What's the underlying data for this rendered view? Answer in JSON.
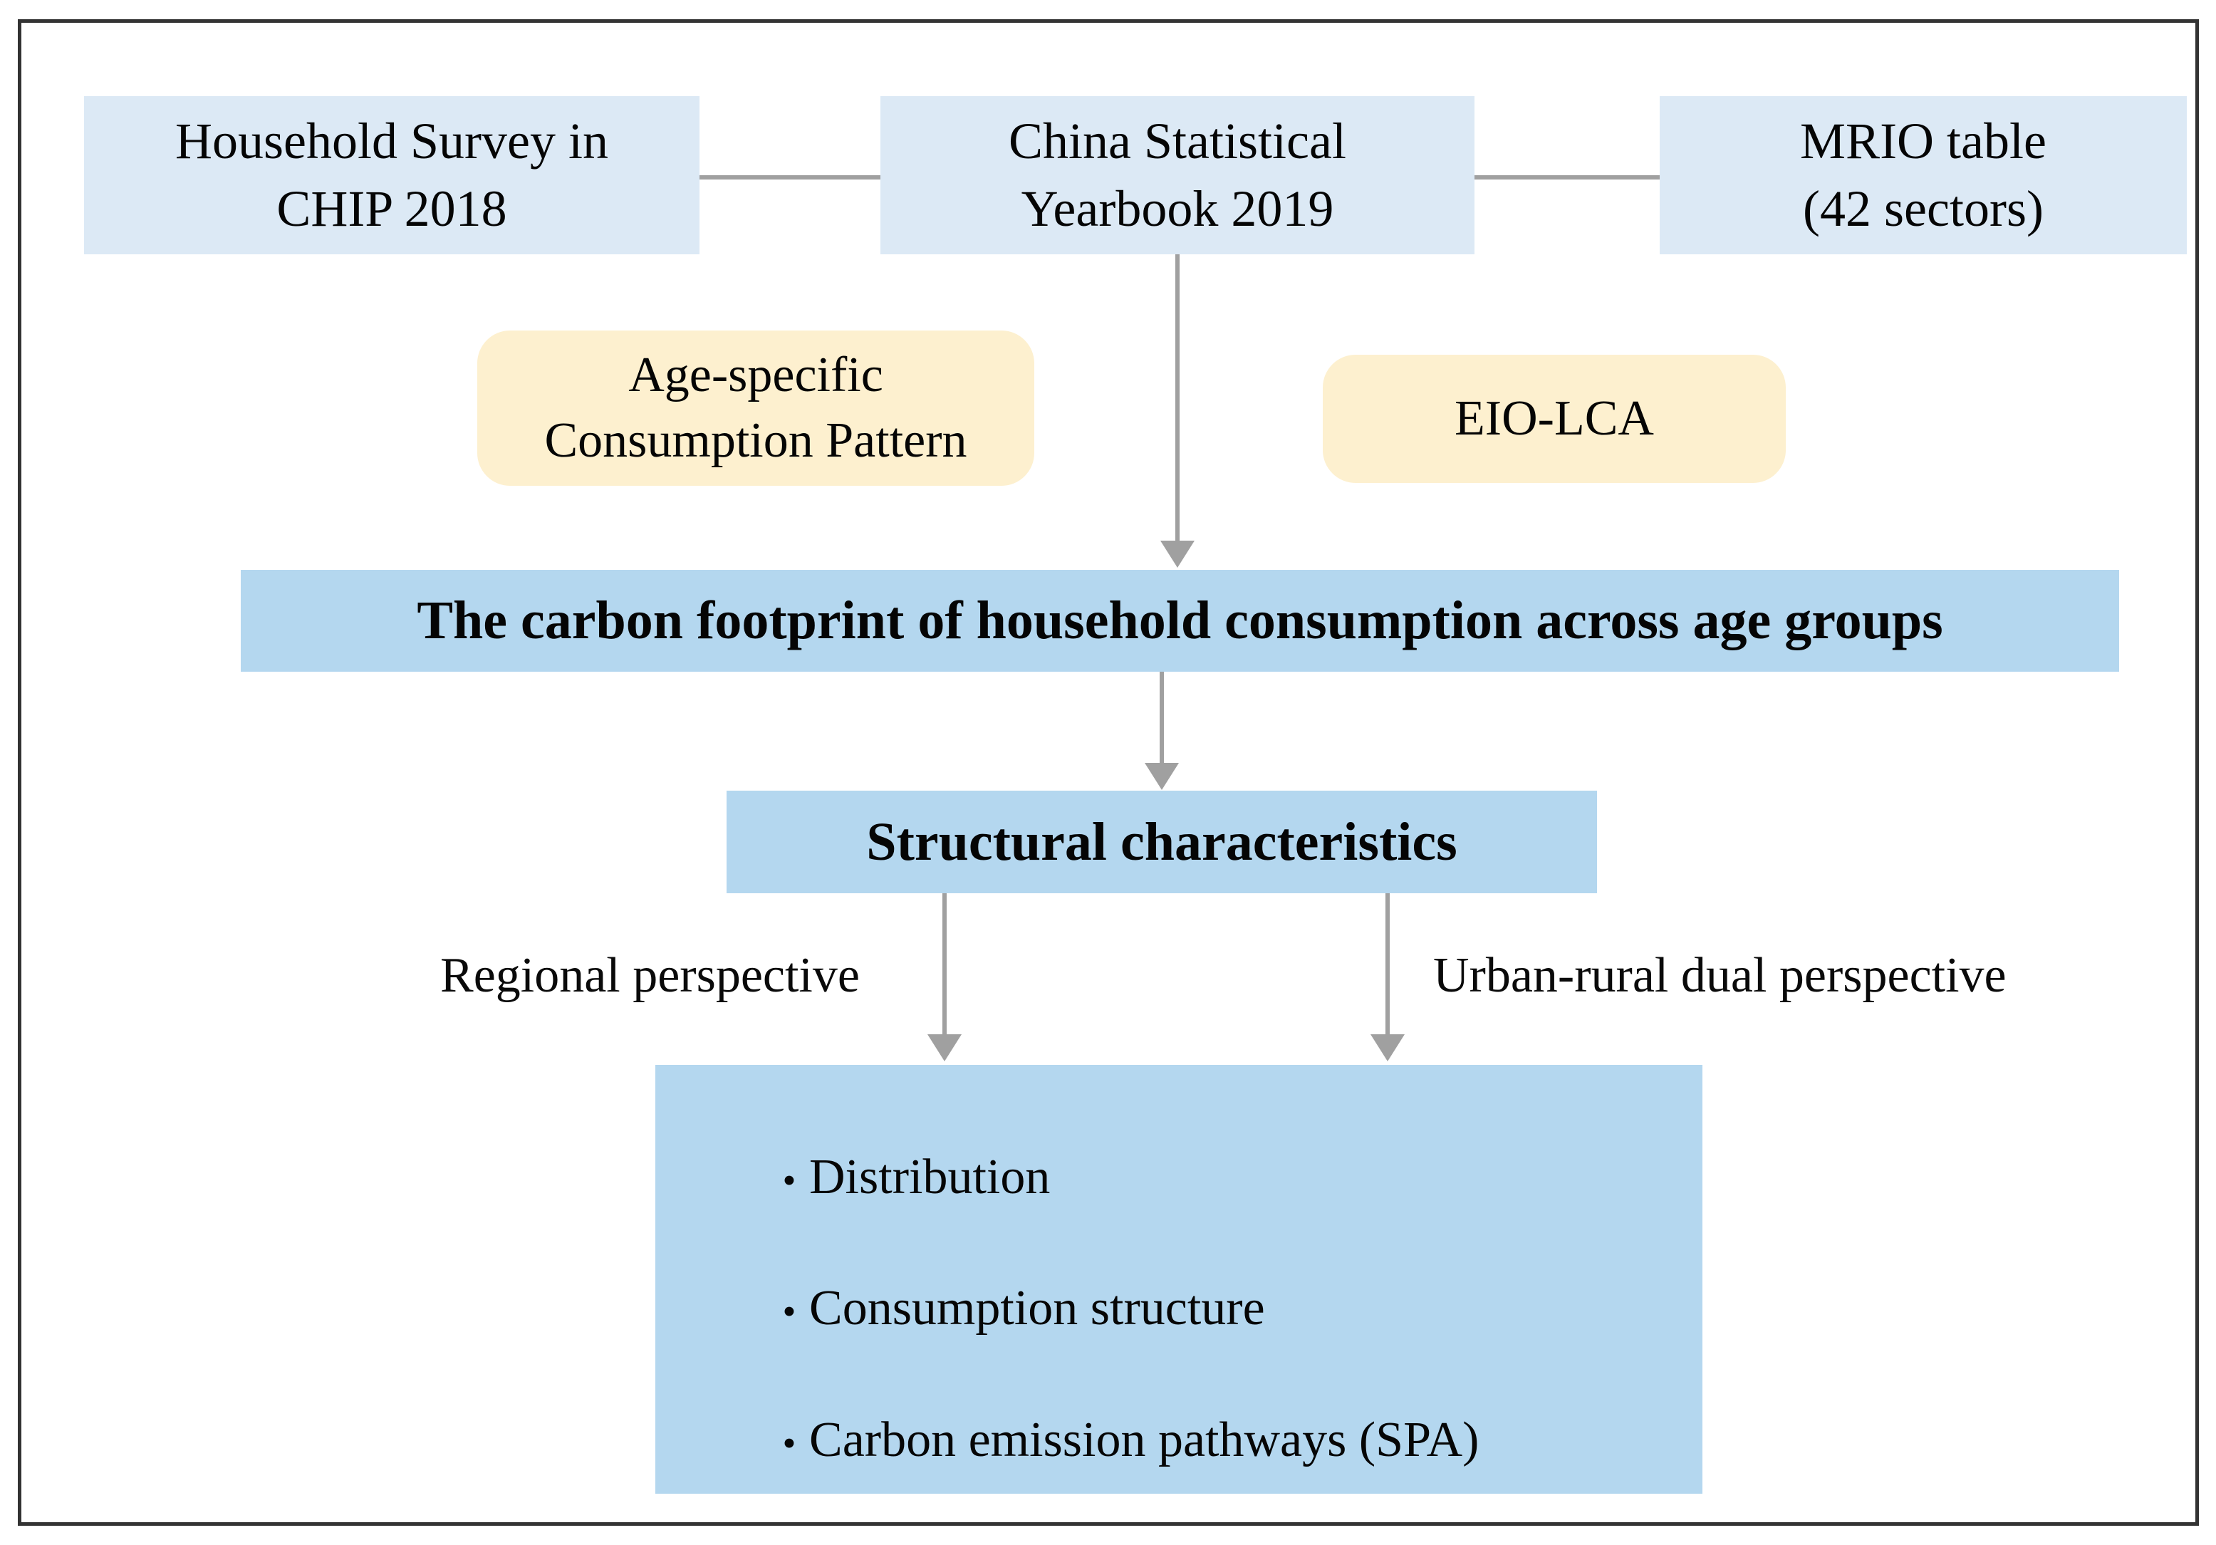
{
  "diagram": {
    "title": "Research framework flowchart",
    "colors": {
      "source_box": "#dce9f5",
      "process_box": "#b4d7ef",
      "method_box": "#fdf0cf",
      "connector": "#a0a0a0",
      "frame": "#333333"
    },
    "sources": [
      {
        "id": "household",
        "line1": "Household Survey in",
        "line2": "CHIP 2018"
      },
      {
        "id": "yearbook",
        "line1": "China Statistical",
        "line2": "Yearbook 2019"
      },
      {
        "id": "mrio",
        "line1": "MRIO table",
        "line2": "(42 sectors)"
      }
    ],
    "methods": [
      {
        "id": "age-pattern",
        "line1": "Age-specific",
        "line2": "Consumption Pattern"
      },
      {
        "id": "eio-lca",
        "line1": "EIO-LCA",
        "line2": ""
      }
    ],
    "main_title": "The carbon footprint of household consumption across age groups",
    "structural": "Structural characteristics",
    "edge_labels": {
      "left": "Regional perspective",
      "right": "Urban-rural dual perspective"
    },
    "outcomes": {
      "bullet_glyph": "•",
      "items": [
        "Distribution",
        "Consumption structure",
        "Carbon emission pathways (SPA)"
      ]
    }
  }
}
